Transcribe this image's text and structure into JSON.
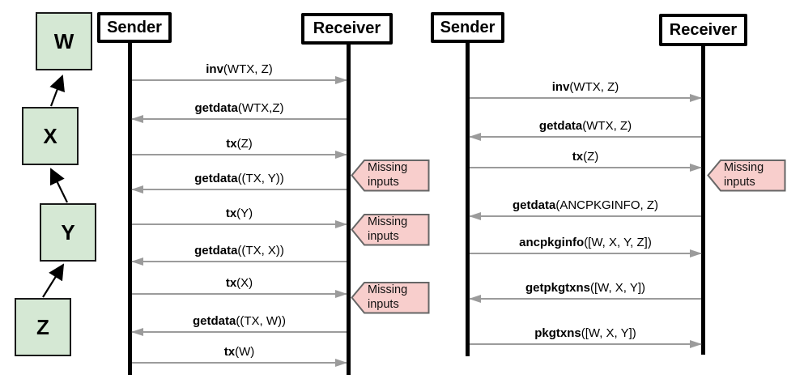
{
  "dependency_graph": {
    "nodes": [
      {
        "label": "W"
      },
      {
        "label": "X"
      },
      {
        "label": "Y"
      },
      {
        "label": "Z"
      }
    ],
    "edges": [
      "Z->Y",
      "Y->X",
      "X->W"
    ]
  },
  "diagram_left": {
    "sender_label": "Sender",
    "receiver_label": "Receiver",
    "messages": [
      {
        "name": "inv",
        "args": "(WTX, Z)",
        "direction": "right"
      },
      {
        "name": "getdata",
        "args": "(WTX,Z)",
        "direction": "left"
      },
      {
        "name": "tx",
        "args": "(Z)",
        "direction": "right"
      },
      {
        "name": "getdata",
        "args": "((TX, Y))",
        "direction": "left"
      },
      {
        "name": "tx",
        "args": "(Y)",
        "direction": "right"
      },
      {
        "name": "getdata",
        "args": "((TX, X))",
        "direction": "left"
      },
      {
        "name": "tx",
        "args": "(X)",
        "direction": "right"
      },
      {
        "name": "getdata",
        "args": "((TX, W))",
        "direction": "left"
      },
      {
        "name": "tx",
        "args": "(W)",
        "direction": "right"
      }
    ],
    "annotations": [
      {
        "text": "Missing inputs"
      },
      {
        "text": "Missing inputs"
      },
      {
        "text": "Missing inputs"
      }
    ]
  },
  "diagram_right": {
    "sender_label": "Sender",
    "receiver_label": "Receiver",
    "messages": [
      {
        "name": "inv",
        "args": "(WTX, Z)",
        "direction": "right"
      },
      {
        "name": "getdata",
        "args": "(WTX, Z)",
        "direction": "left"
      },
      {
        "name": "tx",
        "args": "(Z)",
        "direction": "right"
      },
      {
        "name": "getdata",
        "args": "(ANCPKGINFO, Z)",
        "direction": "left"
      },
      {
        "name": "ancpkginfo",
        "args": "([W, X, Y, Z])",
        "direction": "right"
      },
      {
        "name": "getpkgtxns",
        "args": "([W, X, Y])",
        "direction": "left"
      },
      {
        "name": "pkgtxns",
        "args": "([W, X, Y])",
        "direction": "right"
      }
    ],
    "annotations": [
      {
        "text": "Missing inputs"
      }
    ]
  },
  "colors": {
    "node_fill": "#d5e8d4",
    "annotation_fill": "#f8cecc",
    "annotation_border": "#666666",
    "message_arrow": "#9b9b9b",
    "line_black": "#000000"
  }
}
